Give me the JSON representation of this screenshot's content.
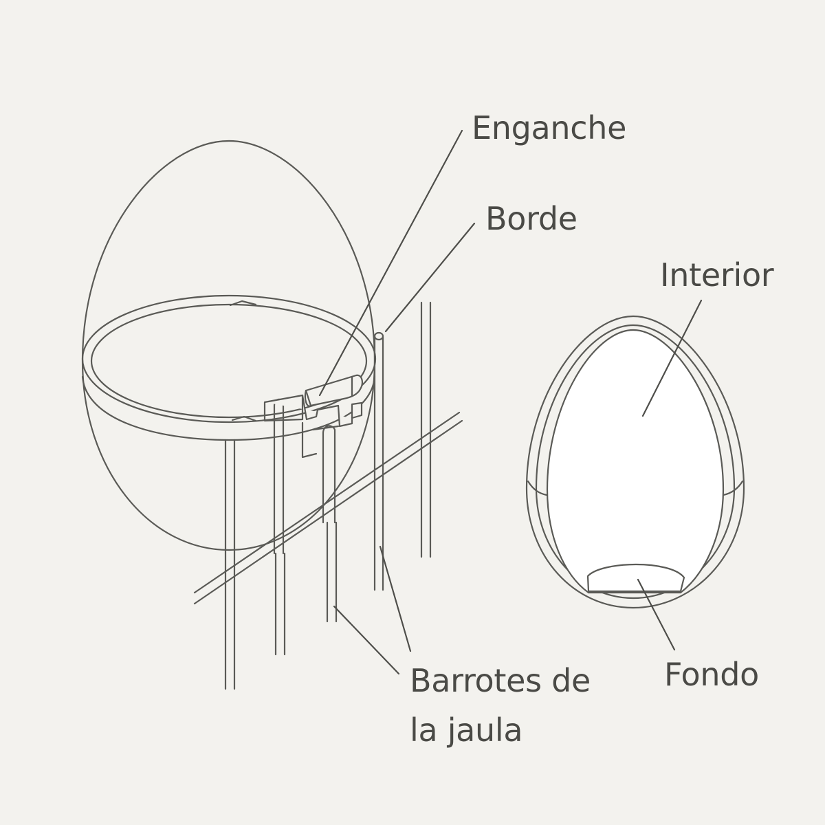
{
  "labels": {
    "enganche": "Enganche",
    "borde": "Borde",
    "interior": "Interior",
    "barrotes_line1": "Barrotes de",
    "barrotes_line2": "la jaula",
    "fondo": "Fondo"
  },
  "colors": {
    "background": "#f3f2ee",
    "line": "#5a5a56",
    "text": "#4a4a46",
    "inner_fill": "#ffffff"
  }
}
